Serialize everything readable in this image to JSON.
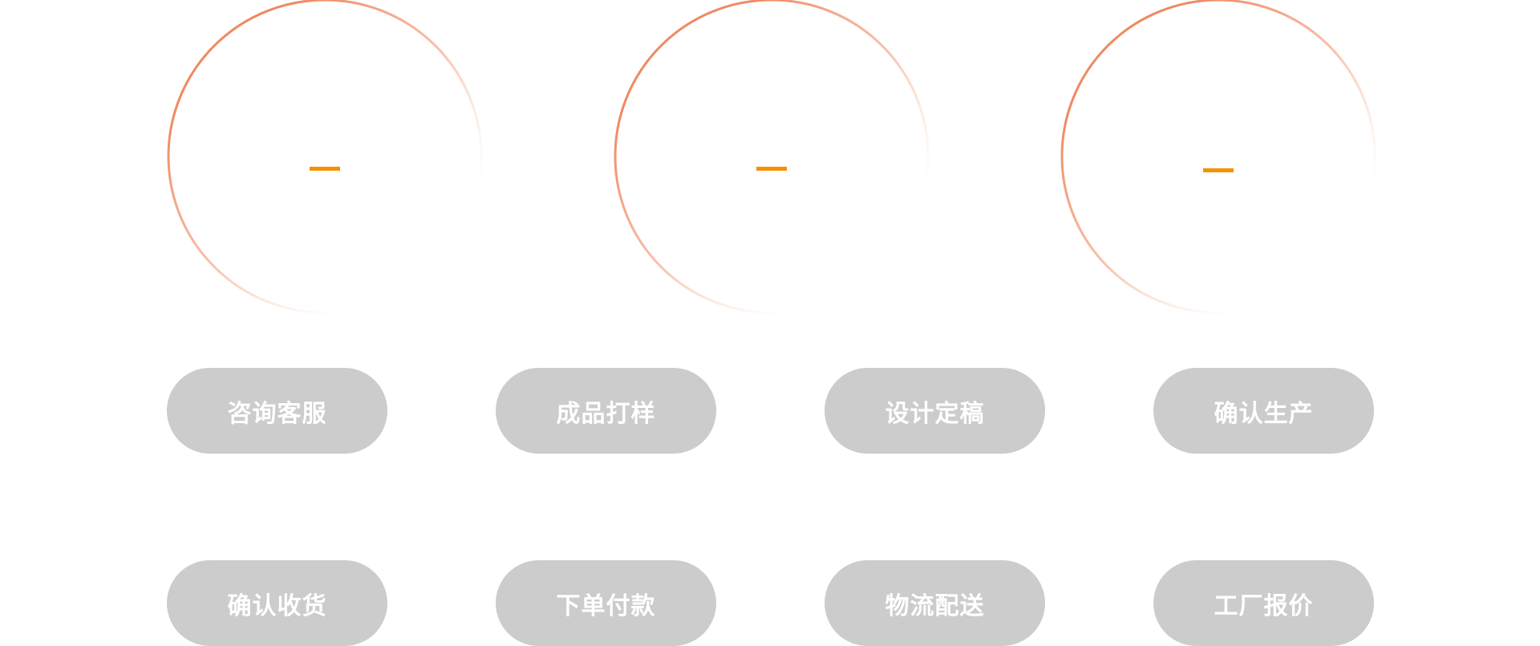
{
  "colors": {
    "ring_stroke": "#ee8a62",
    "dash": "#f39200",
    "pill_bg": "#cccccc",
    "pill_text": "#ffffff"
  },
  "rings": [
    {
      "icon": "dash-icon"
    },
    {
      "icon": "dash-icon"
    },
    {
      "icon": "dash-icon"
    }
  ],
  "steps": {
    "row1": [
      {
        "label": "咨询客服"
      },
      {
        "label": "成品打样"
      },
      {
        "label": "设计定稿"
      },
      {
        "label": "确认生产"
      }
    ],
    "row2": [
      {
        "label": "确认收货"
      },
      {
        "label": "下单付款"
      },
      {
        "label": "物流配送"
      },
      {
        "label": "工厂报价"
      }
    ]
  }
}
